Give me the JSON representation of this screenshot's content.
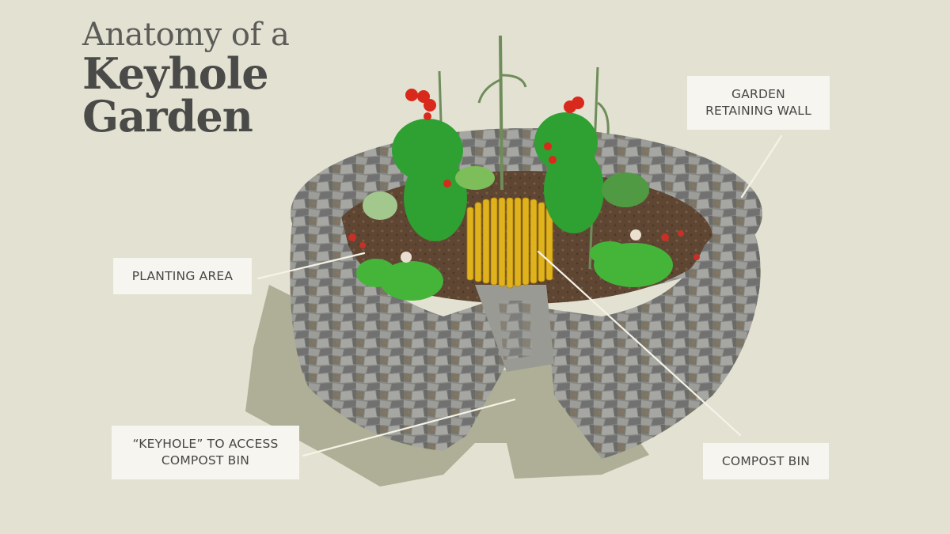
{
  "title": {
    "line1": "Anatomy of a",
    "line2": "Keyhole",
    "line3": "Garden"
  },
  "labels": {
    "retaining_wall": {
      "line1": "GARDEN",
      "line2": "RETAINING WALL"
    },
    "planting_area": {
      "line1": "PLANTING AREA"
    },
    "keyhole": {
      "line1": "“KEYHOLE” TO ACCESS",
      "line2": "COMPOST BIN"
    },
    "compost_bin": {
      "line1": "COMPOST BIN"
    }
  },
  "colors": {
    "background": "#e3e1d2",
    "label_bg": "#f6f5f0",
    "text": "#464644",
    "stone": "#8a8a86",
    "shadow": "#a5a68c",
    "soil": "#5e4633",
    "leaf": "#3aa33a",
    "tomato": "#d8291c",
    "bamboo": "#e0b21c",
    "leader_line": "#f6f3e6"
  }
}
